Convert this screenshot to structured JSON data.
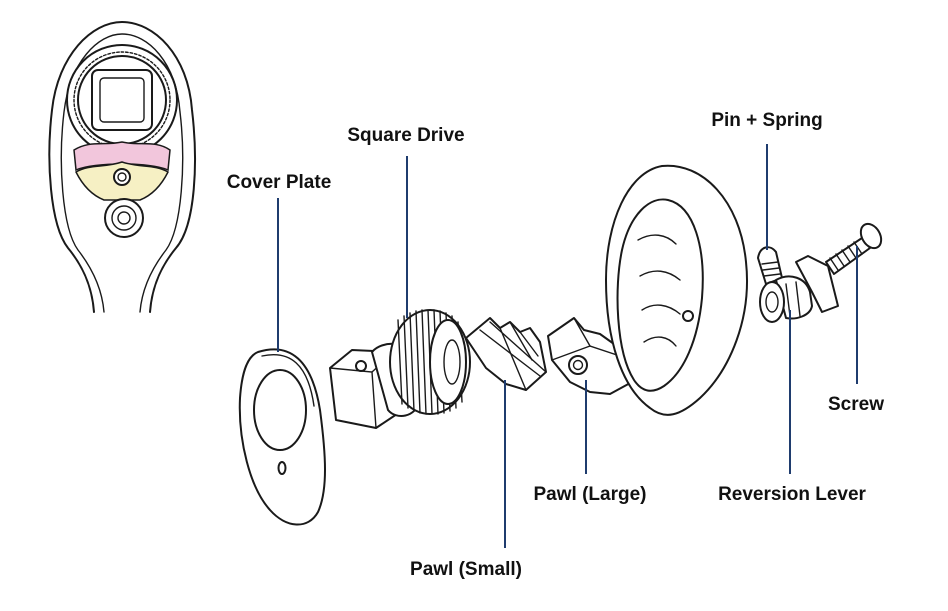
{
  "labels": {
    "square_drive": "Square Drive",
    "cover_plate": "Cover Plate",
    "pin_spring": "Pin + Spring",
    "screw": "Screw",
    "pawl_large": "Pawl (Large)",
    "reversion_lever": "Reversion Lever",
    "pawl_small": "Pawl (Small)"
  },
  "colors": {
    "leader": "#1f3c6e",
    "highlight_pink": "#f2c6dc",
    "highlight_yellow": "#f6f0c4",
    "outline": "#1a1a1a"
  }
}
